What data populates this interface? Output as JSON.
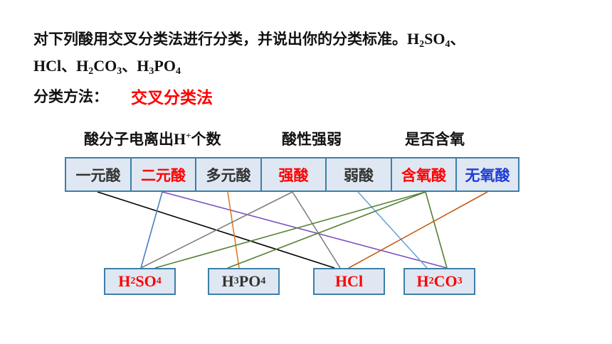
{
  "question": {
    "text1": "对下列酸用交叉分类法进行分类，并说出你的分类标准。",
    "sep": "、",
    "h2so4": {
      "a": "H",
      "s1": "2",
      "b": "SO",
      "s2": "4"
    },
    "hcl": "HCl",
    "h2co3": {
      "a": "H",
      "s1": "2",
      "b": "CO",
      "s2": "3"
    },
    "h3po4": {
      "a": "H",
      "s1": "3",
      "b": "PO",
      "s2": "4"
    }
  },
  "method": {
    "label": "分类方法：",
    "value": "交叉分类法"
  },
  "headers": {
    "ionization": {
      "pre": "酸分子电离出",
      "h": "H",
      "plus": "+",
      "post": "个数"
    },
    "strength": "酸性强弱",
    "oxygen": "是否含氧"
  },
  "categories": [
    {
      "label": "一元酸",
      "color": "black"
    },
    {
      "label": "二元酸",
      "color": "red"
    },
    {
      "label": "多元酸",
      "color": "black"
    },
    {
      "label": "强酸",
      "color": "red"
    },
    {
      "label": "弱酸",
      "color": "black"
    },
    {
      "label": "含氧酸",
      "color": "red"
    },
    {
      "label": "无氧酸",
      "color": "blue"
    }
  ],
  "compounds": {
    "h2so4": {
      "a": "H",
      "s1": "2",
      "b": "SO",
      "s2": "4"
    },
    "h3po4": {
      "a": "H",
      "s1": "3",
      "b": "PO",
      "s2": "4"
    },
    "hcl": "HCl",
    "h2co3": {
      "a": "H",
      "s1": "2",
      "b": "CO",
      "s2": "3"
    }
  },
  "links": [
    {
      "from": "一元酸",
      "to": "HCl",
      "color": "#000000"
    },
    {
      "from": "二元酸",
      "to": "H2SO4",
      "color": "#4a7fc0"
    },
    {
      "from": "二元酸",
      "to": "H2CO3",
      "color": "#7b4fc0"
    },
    {
      "from": "多元酸",
      "to": "H3PO4",
      "color": "#e07a2a"
    },
    {
      "from": "强酸",
      "to": "H2SO4",
      "color": "#808080"
    },
    {
      "from": "强酸",
      "to": "HCl",
      "color": "#808080"
    },
    {
      "from": "弱酸",
      "to": "H2CO3",
      "color": "#6aa6d6"
    },
    {
      "from": "含氧酸",
      "to": "H2SO4",
      "color": "#548235"
    },
    {
      "from": "含氧酸",
      "to": "H3PO4",
      "color": "#548235"
    },
    {
      "from": "含氧酸",
      "to": "H2CO3",
      "color": "#548235"
    },
    {
      "from": "无氧酸",
      "to": "HCl",
      "color": "#c55a11"
    }
  ]
}
